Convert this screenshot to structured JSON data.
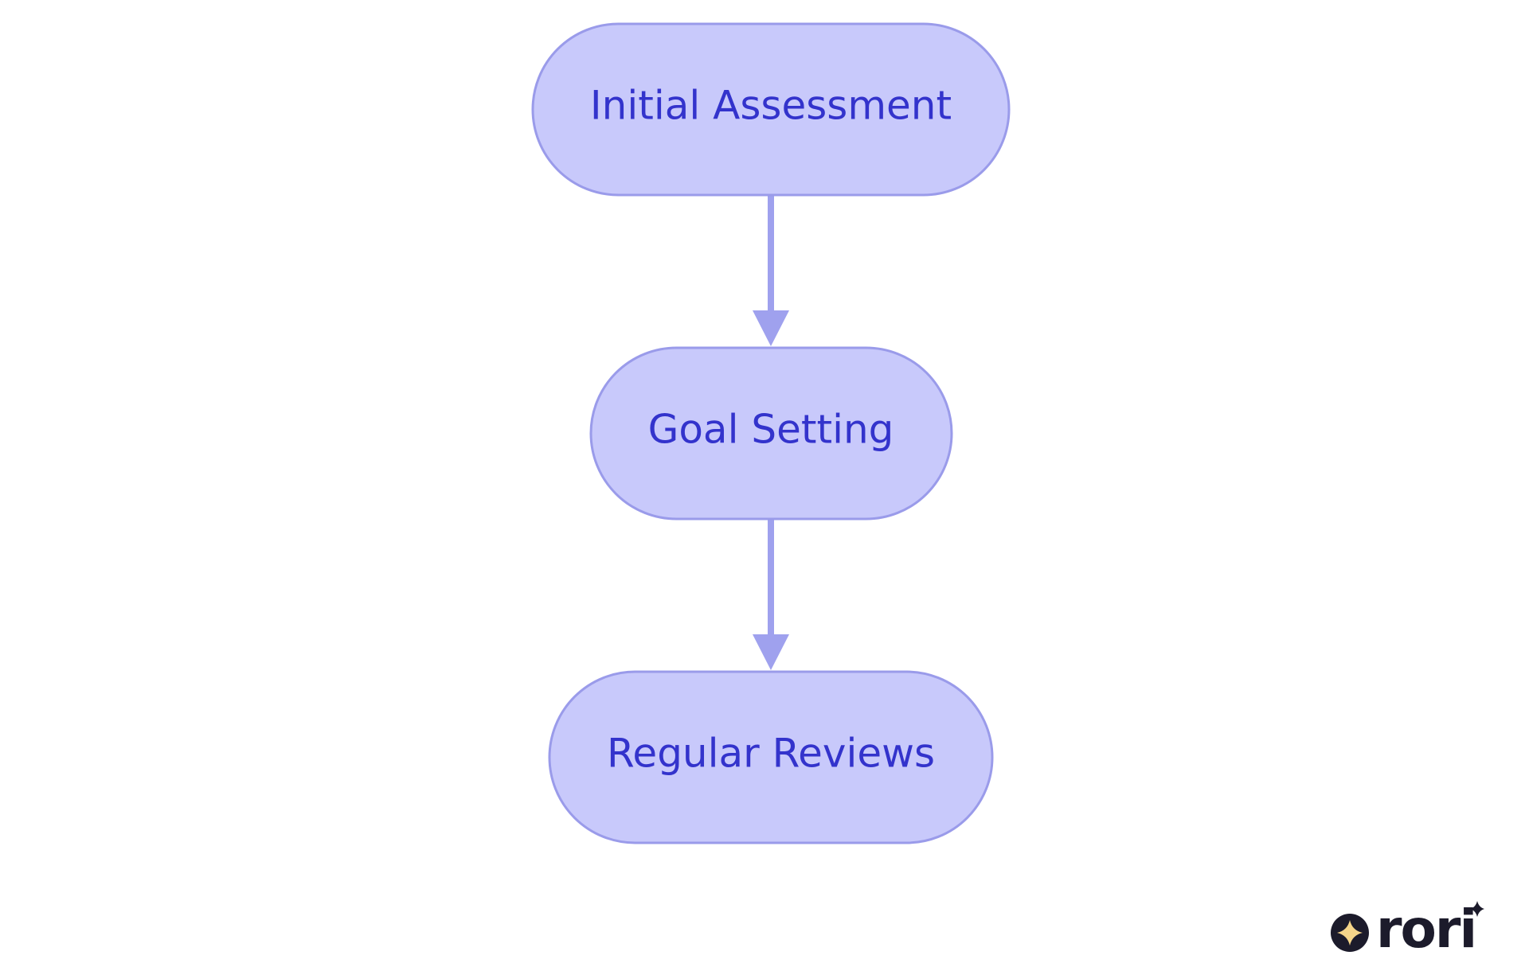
{
  "diagram": {
    "nodes": [
      {
        "id": "n1",
        "label": "Initial Assessment"
      },
      {
        "id": "n2",
        "label": "Goal Setting"
      },
      {
        "id": "n3",
        "label": "Regular Reviews"
      }
    ],
    "edges": [
      {
        "from": "n1",
        "to": "n2"
      },
      {
        "from": "n2",
        "to": "n3"
      }
    ],
    "colors": {
      "node_fill": "#c8c9fb",
      "node_stroke": "#9a9bea",
      "edge": "#9fa1ee",
      "text": "#3333cc"
    }
  },
  "logo": {
    "text": "rori",
    "icon": "sparkle-icon",
    "colors": {
      "dark": "#1c1b2b",
      "accent": "#f5d58a"
    }
  }
}
